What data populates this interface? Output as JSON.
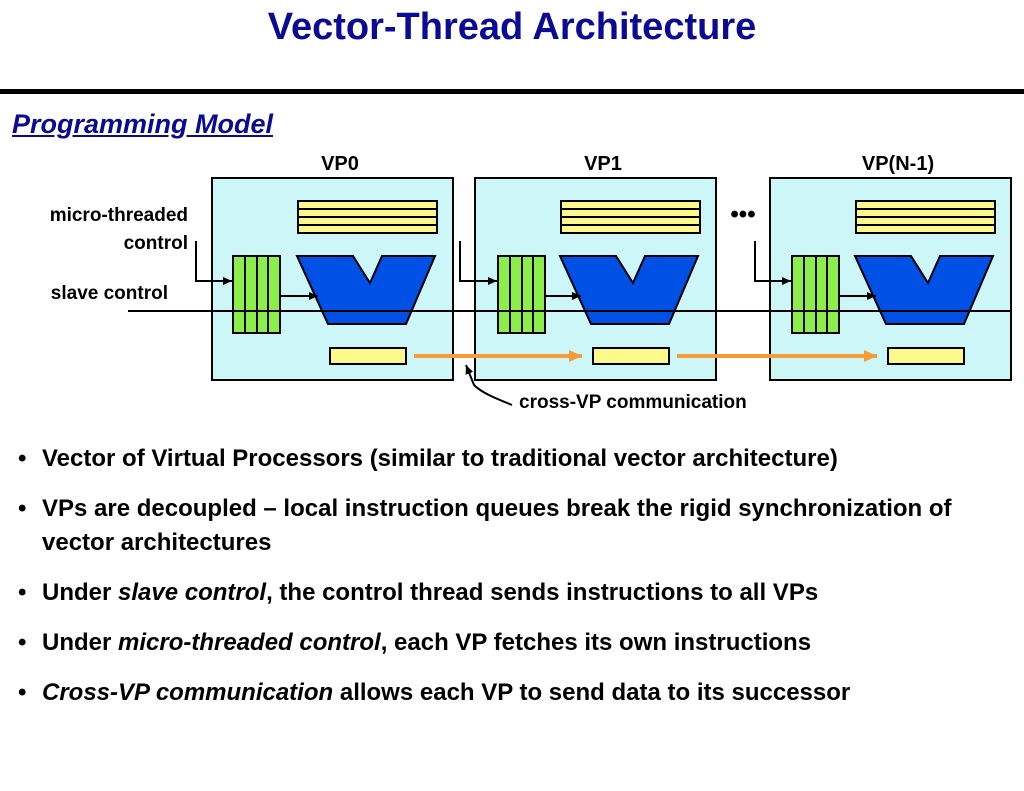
{
  "slide": {
    "title": "Vector-Thread Architecture",
    "section": "Programming Model"
  },
  "diagram": {
    "vp_labels": [
      "VP0",
      "VP1",
      "VP(N-1)"
    ],
    "ellipsis": "•••",
    "micro_threaded_control_line1": "micro-threaded",
    "micro_threaded_control_line2": "control",
    "slave_control": "slave control",
    "cross_vp_communication": "cross-VP communication",
    "colors": {
      "vp_box": "#ccf6f8",
      "register_bank": "#fcf98a",
      "instruction_queue": "#8bee4b",
      "alu": "#0050e6",
      "arrow": "#f59b3a"
    }
  },
  "bullets": [
    {
      "pre": "Vector of Virtual Processors (similar to traditional vector architecture)",
      "em": "",
      "post": ""
    },
    {
      "pre": "VPs are decoupled – local instruction queues break the rigid synchronization of vector architectures",
      "em": "",
      "post": ""
    },
    {
      "pre": "Under ",
      "em": "slave control",
      "post": ", the control thread sends instructions to all VPs"
    },
    {
      "pre": "Under ",
      "em": "micro-threaded control",
      "post": ", each VP fetches its own instructions"
    },
    {
      "pre": "",
      "em": "Cross-VP communication",
      "post": " allows each VP to send data to its successor"
    }
  ]
}
